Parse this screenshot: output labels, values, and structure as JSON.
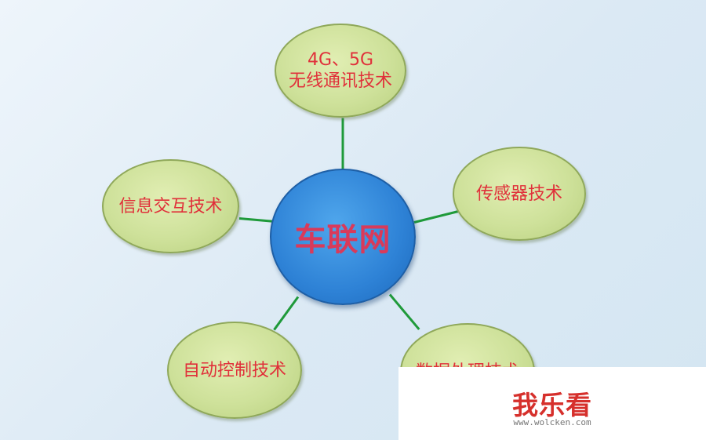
{
  "center": {
    "label": "车联网"
  },
  "nodes": [
    {
      "id": "wireless",
      "lines": [
        "4G、5G",
        "无线通讯技术"
      ]
    },
    {
      "id": "sensor",
      "lines": [
        "传感器技术"
      ]
    },
    {
      "id": "data",
      "lines": [
        "数据处理技术"
      ]
    },
    {
      "id": "control",
      "lines": [
        "自动控制技术"
      ]
    },
    {
      "id": "interaction",
      "lines": [
        "信息交互技术"
      ]
    }
  ],
  "watermark": {
    "logo": "我乐看",
    "url": "www.wolcken.com"
  },
  "colors": {
    "background": "#dbe9f4",
    "center_fill": "#2e82d6",
    "leaf_fill": "#cee19a",
    "text": "#e0303a",
    "connector": "#1f9a3a"
  }
}
